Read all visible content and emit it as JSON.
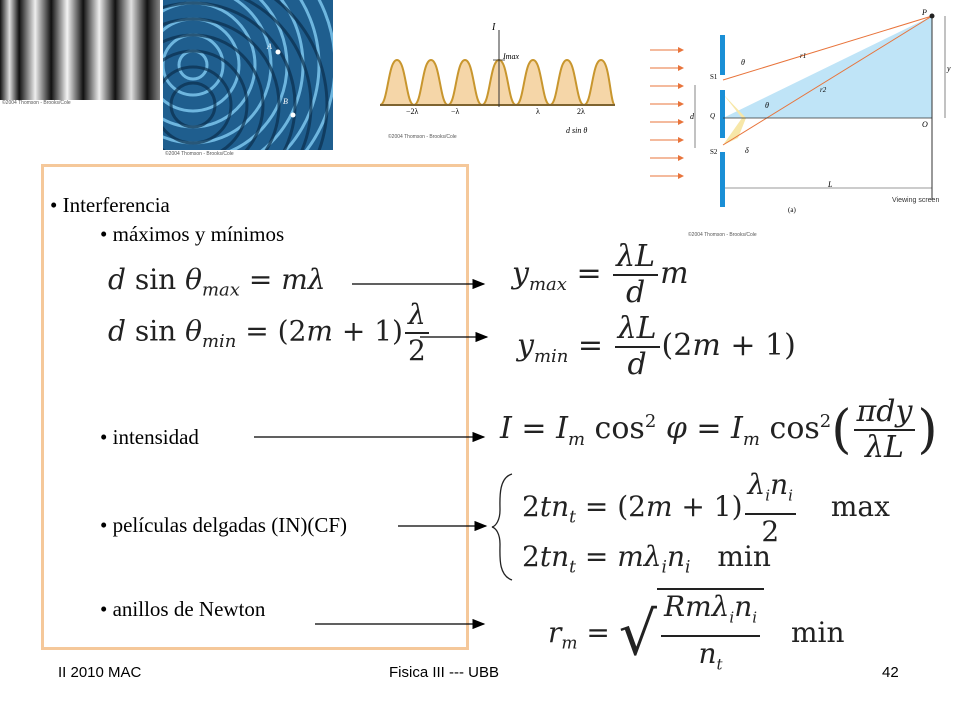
{
  "slide": {
    "bullets": {
      "interferencia": "Interferencia",
      "maximos_minimos": "máximos y mínimos",
      "intensidad": "intensidad",
      "peliculas": "películas delgadas (IN)(CF)",
      "anillos": "anillos de Newton"
    },
    "figures": {
      "pattern_caption": "©2004 Thomson - Brooks/Cole",
      "ripple_caption": "©2004 Thomson - Brooks/Cole",
      "ripple_label_a": "A",
      "ripple_label_b": "B",
      "intensity_caption": "©2004 Thomson - Brooks/Cole",
      "intensity_axis_i": "I",
      "intensity_imax": "Imax",
      "intensity_xlabel": "d sin θ",
      "intensity_ticks": [
        "−2λ",
        "−λ",
        "λ",
        "2λ"
      ],
      "slit_caption": "©2004 Thomson - Brooks/Cole",
      "slit_part": "(a)",
      "slit_viewing_screen": "Viewing screen",
      "slit_labels": {
        "P": "P",
        "S1": "S1",
        "S2": "S2",
        "Q": "Q",
        "O": "O",
        "d": "d",
        "L": "L",
        "y": "y",
        "r1": "r1",
        "r2": "r2",
        "theta": "θ",
        "delta": "δ"
      }
    },
    "equations": {
      "ymax_unit": "m",
      "min_word": "min",
      "max_word": "max"
    }
  },
  "footer": {
    "left": "II 2010 MAC",
    "center": "Fisica III --- UBB",
    "page": "42"
  }
}
